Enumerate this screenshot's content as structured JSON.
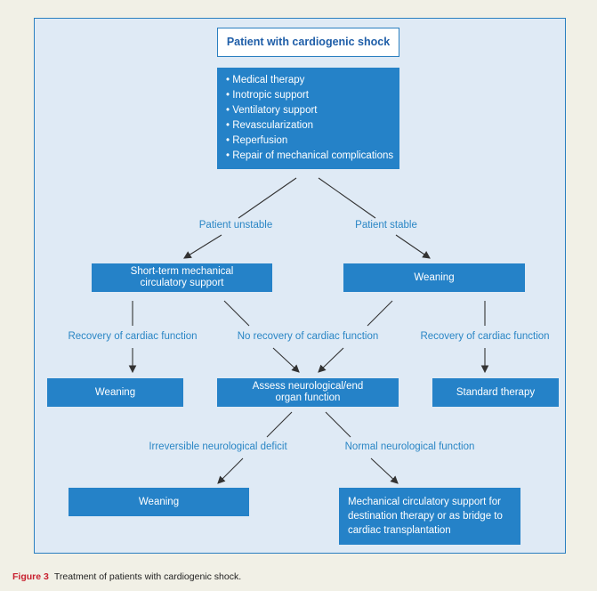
{
  "title": "Patient with cardiogenic shock",
  "therapies": [
    "Medical therapy",
    "Inotropic support",
    "Ventilatory support",
    "Revascularization",
    "Reperfusion",
    "Repair of mechanical complications"
  ],
  "branch_labels": {
    "unstable": "Patient unstable",
    "stable": "Patient stable"
  },
  "boxes": {
    "short_term_line1": "Short-term mechanical",
    "short_term_line2": "circulatory support",
    "weaning_right": "Weaning",
    "weaning_left": "Weaning",
    "assess_line1": "Assess neurological/end",
    "assess_line2": "organ function",
    "standard_therapy": "Standard therapy",
    "weaning_bottom": "Weaning",
    "mcs_line1": "Mechanical circulatory support for",
    "mcs_line2": "destination therapy or as bridge to",
    "mcs_line3": "cardiac transplantation"
  },
  "mid_labels": {
    "recovery_left": "Recovery of cardiac function",
    "no_recovery": "No recovery of cardiac function",
    "recovery_right": "Recovery of cardiac function"
  },
  "bottom_labels": {
    "irreversible": "Irreversible neurological deficit",
    "normal": "Normal neurological function"
  },
  "caption": {
    "figure": "Figure 3",
    "text": "Treatment of patients with cardiogenic shock."
  },
  "colors": {
    "box_fill": "#2582c8",
    "panel_bg": "#dfeaf5",
    "label_text": "#2a86c5",
    "title_text": "#1f5ea8",
    "figure_label": "#c8202f"
  }
}
